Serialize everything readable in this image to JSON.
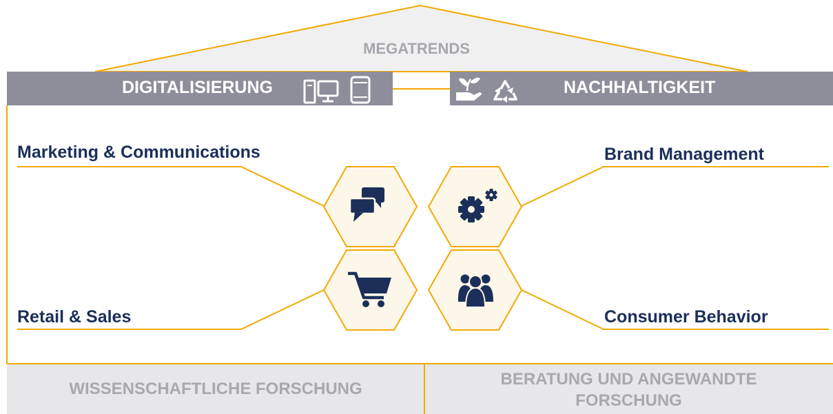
{
  "roof": {
    "title": "MEGATRENDS"
  },
  "pillars": {
    "left": {
      "label": "DIGITALISIERUNG",
      "icons": [
        "desktop-computer-icon",
        "tablet-icon"
      ]
    },
    "right": {
      "label": "NACHHALTIGKEIT",
      "icons": [
        "hand-with-plant-icon",
        "recycle-icon"
      ]
    }
  },
  "areas": {
    "top_left": {
      "label": "Marketing & Communications",
      "icon": "chat-bubbles-icon"
    },
    "top_right": {
      "label": "Brand Management",
      "icon": "gears-icon"
    },
    "bottom_left": {
      "label": "Retail & Sales",
      "icon": "shopping-cart-icon"
    },
    "bottom_right": {
      "label": "Consumer Behavior",
      "icon": "user-group-icon"
    }
  },
  "foundation": {
    "left": {
      "label": "WISSENSCHAFTLICHE FORSCHUNG"
    },
    "right": {
      "line1": "BERATUNG UND ANGEWANDTE",
      "line2": "FORSCHUNG"
    }
  },
  "colors": {
    "accent": "#f2a900",
    "navy": "#1b2f59",
    "bar_grey": "#8e8e9a",
    "roof_fill": "#f0f0f1",
    "base_fill": "#e7e7e9",
    "muted_text": "#a6a6ad"
  }
}
